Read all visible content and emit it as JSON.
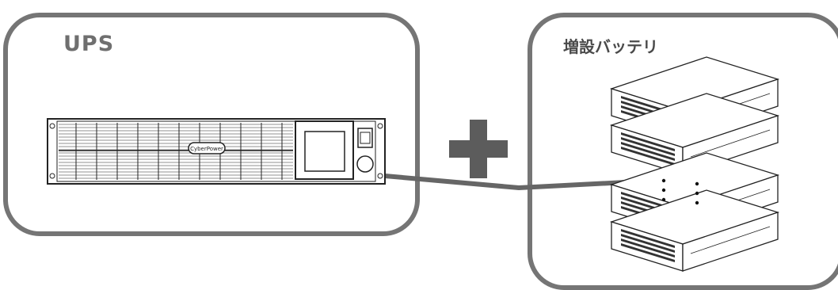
{
  "ups": {
    "label": "UPS",
    "brand_text": "CyberPower"
  },
  "battery": {
    "label": "増設バッテリ"
  },
  "colors": {
    "panel_border": "#757575",
    "plus": "#5c5c5c",
    "cable": "#666666",
    "device_line": "#222222"
  },
  "icons": {
    "plus": "plus-icon"
  }
}
